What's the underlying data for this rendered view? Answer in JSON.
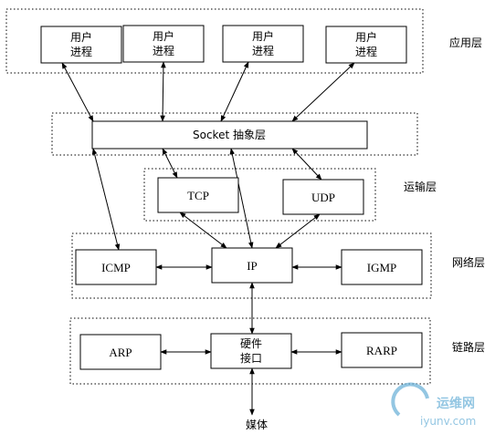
{
  "layers": {
    "application": "应用层",
    "transport": "运输层",
    "network": "网络层",
    "link": "链路层"
  },
  "boxes": {
    "user_process_line1": "用户",
    "user_process_line2": "进程",
    "socket": "Socket 抽象层",
    "tcp": "TCP",
    "udp": "UDP",
    "icmp": "ICMP",
    "ip": "IP",
    "igmp": "IGMP",
    "arp": "ARP",
    "hw_line1": "硬件",
    "hw_line2": "接口",
    "rarp": "RARP"
  },
  "media": "媒体",
  "watermark": {
    "brand": "运维网",
    "url": "iyunv.com"
  },
  "colors": {
    "line": "#000000",
    "watermark": "#6fb3d9"
  }
}
